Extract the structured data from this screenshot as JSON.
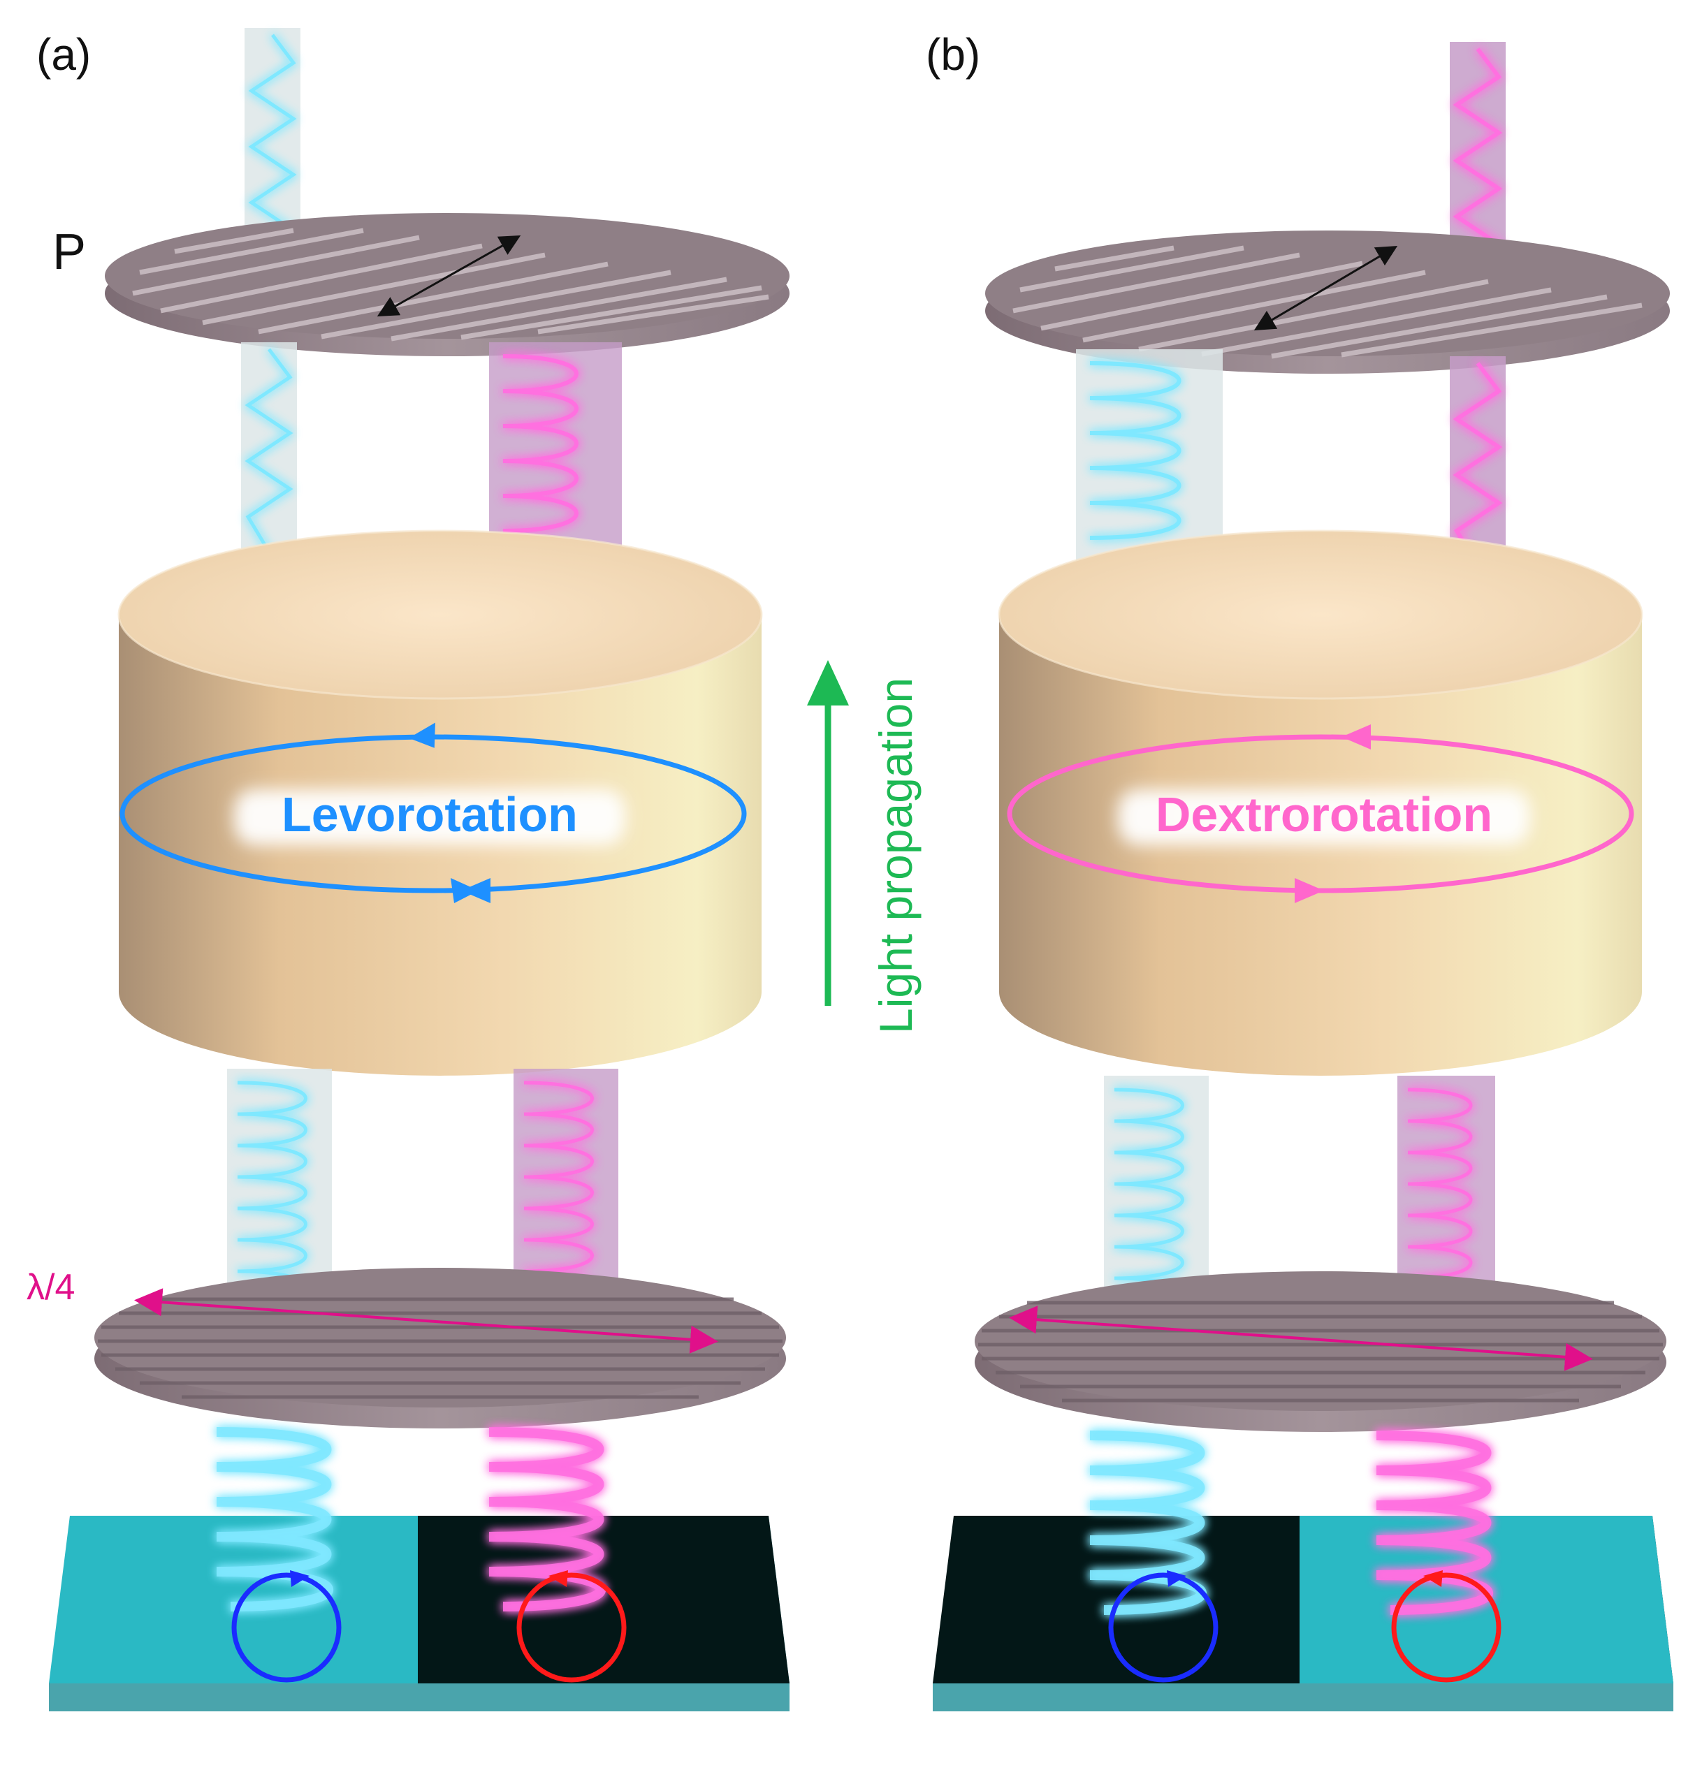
{
  "panels": {
    "a": {
      "label": "(a)",
      "rotation_text": "Levorotation",
      "rotation_color": "#1e90ff"
    },
    "b": {
      "label": "(b)",
      "rotation_text": "Dextrorotation",
      "rotation_color": "#ff66cc"
    }
  },
  "polarizer_label": "P",
  "waveplate_label": "λ/4",
  "propagation_label": "Light propagation",
  "colors": {
    "cyan_beam": "#7fe8ff",
    "magenta_beam": "#ff6fe0",
    "cylinder": "#e9c79a",
    "plate": "#8f7f86",
    "arrow_green": "#1db954",
    "waveplate_axis": "#e0108a",
    "circle_left": "#1a2cff",
    "circle_right": "#ff1a1a",
    "substrate_cyan": "#2ab9c4",
    "substrate_dark": "#031717"
  }
}
